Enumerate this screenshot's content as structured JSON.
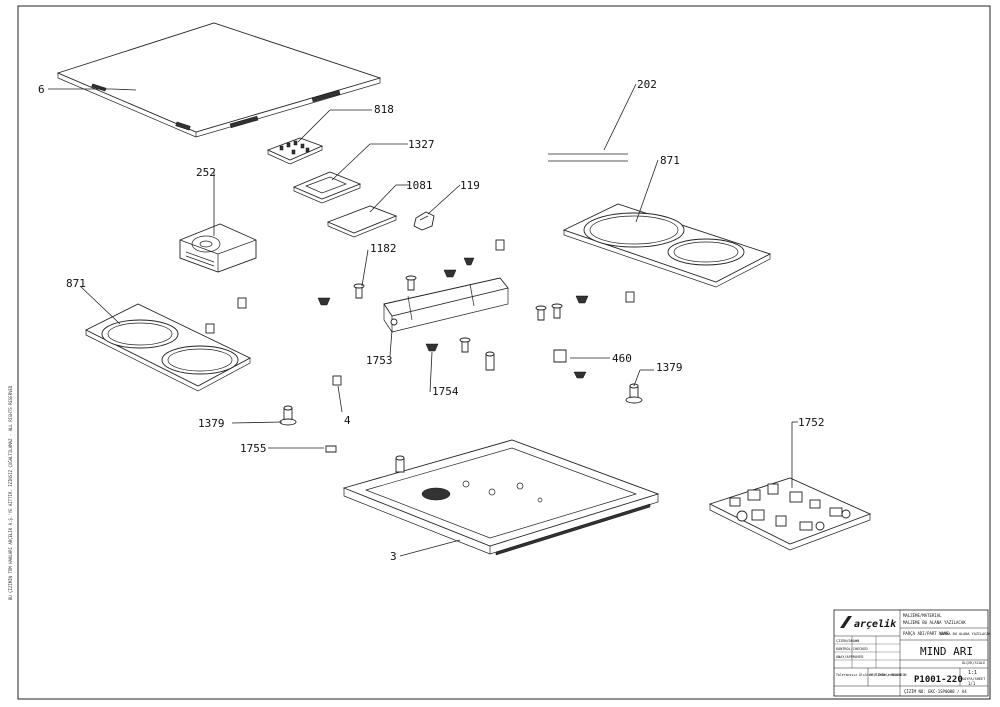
{
  "callouts": {
    "c6": "6",
    "c818": "818",
    "c202": "202",
    "c1327": "1327",
    "c252": "252",
    "c1081": "1081",
    "c119": "119",
    "c871_right": "871",
    "c871_left": "871",
    "c1182": "1182",
    "c1753": "1753",
    "c1754": "1754",
    "c460": "460",
    "c1379_right": "1379",
    "c1379_left": "1379",
    "c4": "4",
    "c1755": "1755",
    "c1752": "1752",
    "c3": "3"
  },
  "title_block": {
    "brand": "arçelik",
    "material_header": "MALZEME/MATERIAL",
    "material_value": "MALZEME BU ALANA YAZILACAK",
    "part_name_header": "PARÇA ADI/PART NAME",
    "part_name_note": "SAYFA BU ALANA YAZILACAK",
    "drawn_by": "ÇİZEN/DRAWN",
    "checked_by": "KONTROL/CHECKED",
    "approved_by": "ONAY/APPROVED",
    "scale_label": "ÖLÇEK/SCALE",
    "scale_value": "1:1",
    "sheet_label": "SAYFA/SHEET",
    "sheet_value": "1/1",
    "title": "MIND ARI",
    "doc_number": "P1001-220",
    "tolerance_note": "Toleranssız Ölçüler / Untoleranced",
    "revision_note": "REVİZYON / REVISION",
    "footer_code": "ÇİZİM NO: EKC-1SP0000 / A4"
  },
  "side_note": "BU ÇİZİMİN TÜM HAKLARI ARÇELİK A.Ş.'YE AİTTİR. İZİNSİZ ÇOĞALTILAMAZ - ALL RIGHTS RESERVED"
}
